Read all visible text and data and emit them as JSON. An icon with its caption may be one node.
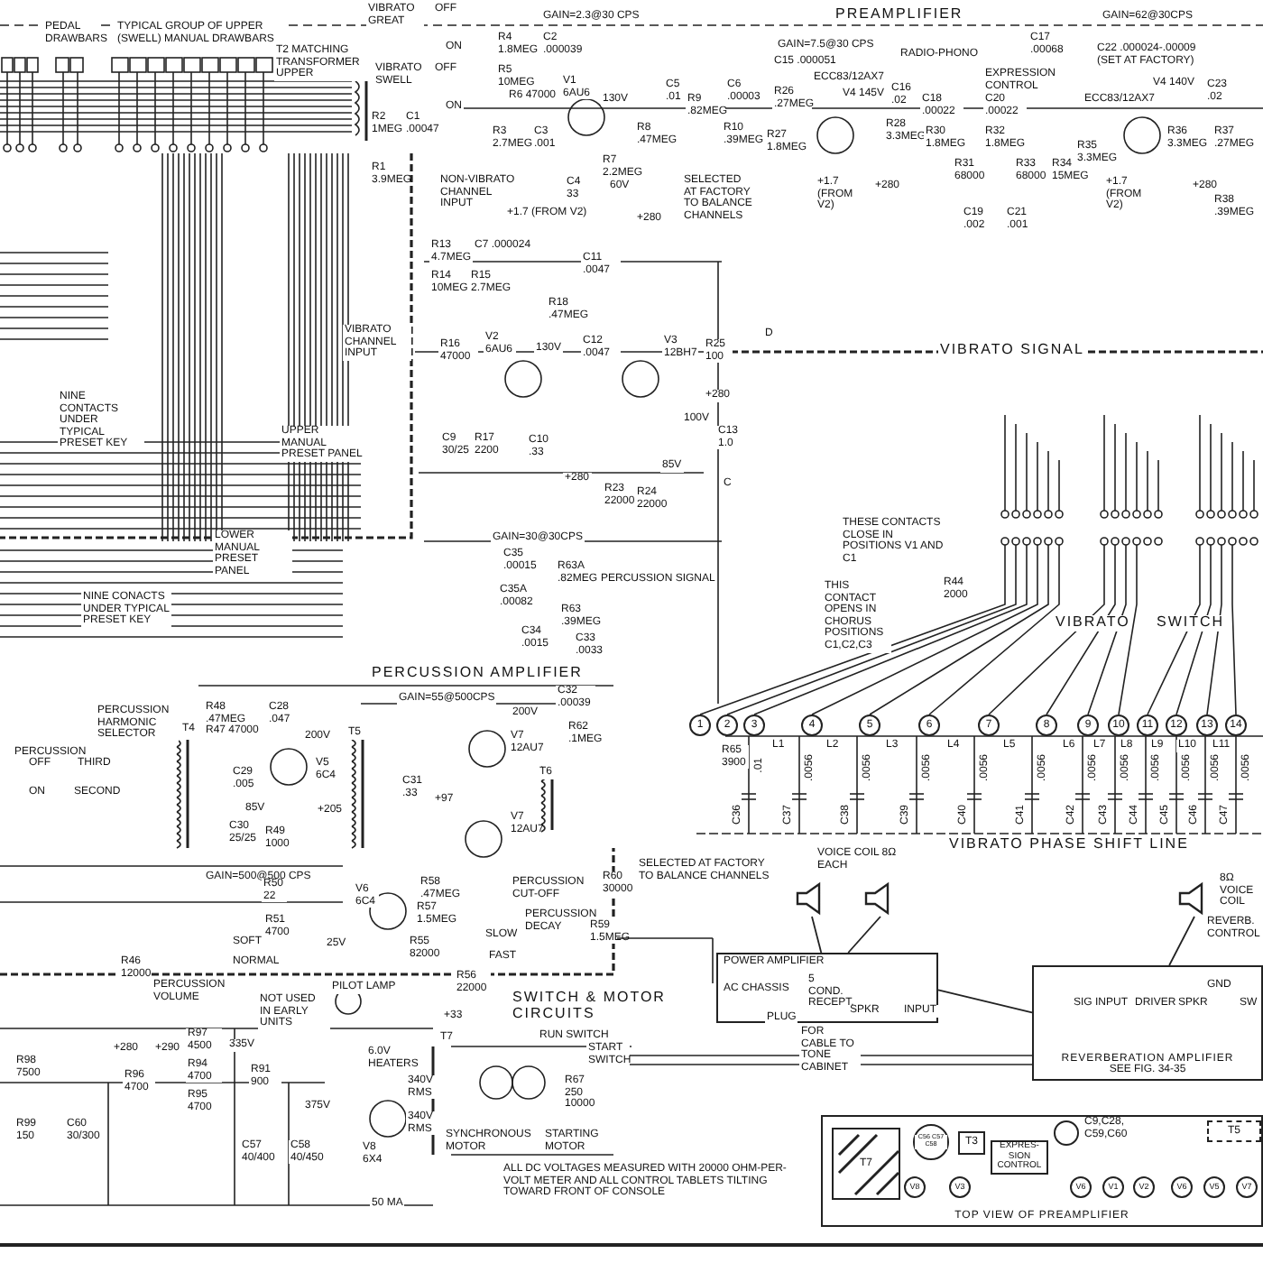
{
  "diagram": {
    "nodes": [
      {
        "text": [
          "POWER AMPLIFIER"
        ]
      },
      {
        "text": [],
        "shape": "picture"
      },
      {
        "text": [],
        "shape": "picture"
      },
      {
        "text": [
          "REVERBERATION AMPLIFIER",
          "SEE FIG. 34-35"
        ]
      },
      {
        "text": [],
        "shape": "picture"
      },
      {
        "text": [
          "TOP VIEW OF PREAMPLIFIER"
        ]
      },
      {
        "text": [
          "T7"
        ],
        "in": 5
      },
      {
        "text": [
          "C56 C57 C58"
        ],
        "in": 5
      },
      {
        "text": [
          "T3"
        ],
        "in": 5
      },
      {
        "text": [],
        "shape": "circle",
        "in": 5
      },
      {
        "text": [
          "EXPRES- SION CONTROL"
        ],
        "in": 5
      },
      {
        "text": [
          "V8"
        ],
        "in": 5
      },
      {
        "text": [
          "V3"
        ],
        "in": 5
      },
      {
        "text": [
          "V6"
        ],
        "in": 5
      },
      {
        "text": [
          "V1"
        ],
        "in": 5
      },
      {
        "text": [
          "V2"
        ],
        "in": 5
      },
      {
        "text": [
          "V6"
        ],
        "in": 5
      },
      {
        "text": [
          "V5"
        ],
        "in": 5
      },
      {
        "text": [
          "V7"
        ],
        "in": 5
      },
      {
        "text": [
          "T5"
        ],
        "in": 5
      },
      {
        "text": [
          "1"
        ]
      },
      {
        "text": [
          "2"
        ]
      },
      {
        "text": [
          "3"
        ]
      },
      {
        "text": [
          "4"
        ]
      },
      {
        "text": [
          "5"
        ]
      },
      {
        "text": [
          "6"
        ]
      },
      {
        "text": [
          "7"
        ]
      },
      {
        "text": [
          "8"
        ]
      },
      {
        "text": [
          "9"
        ]
      },
      {
        "text": [
          "10"
        ]
      },
      {
        "text": [
          "11"
        ]
      },
      {
        "text": [
          "12"
        ]
      },
      {
        "text": [
          "13"
        ]
      },
      {
        "text": [
          "14"
        ]
      }
    ],
    "edges": [
      {
        "from": 1,
        "to": 0,
        "arrow": "none"
      },
      {
        "from": 2,
        "to": 0,
        "arrow": "none"
      },
      {
        "from": 0,
        "to": 3,
        "arrow": "none"
      },
      {
        "from": 4,
        "to": 3,
        "arrow": "none"
      }
    ],
    "labels": [
      "PEDAL DRAWBARS",
      "TYPICAL GROUP OF UPPER (SWELL) MANUAL DRAWBARS",
      "T2 MATCHING TRANSFORMER UPPER",
      "VIBRATO GREAT",
      "OFF",
      "ON",
      "VIBRATO SWELL",
      "OFF",
      "ON",
      "R2 1MEG",
      "C1 .00047",
      "R1 3.9MEG",
      "NON-VIBRATO CHANNEL INPUT",
      "GAIN=2.3@30 CPS",
      "R4 1.8MEG",
      "C2 .000039",
      "R5 10MEG",
      "R6 47000",
      "R3 2.7MEG",
      "V1 6AU6",
      "130V",
      "C3 .001",
      "C4 33",
      "R7 2.2MEG",
      "60V",
      "+1.7 (FROM V2)",
      "PREAMPLIFIER",
      "C5 .01",
      "R9 .82MEG",
      "R8 .47MEG",
      "R10 .39MEG",
      "+280",
      "SELECTED AT FACTORY TO BALANCE CHANNELS",
      "C6 .00003",
      "GAIN=7.5@30 CPS",
      "C15 .000051",
      "R26 .27MEG",
      "ECC83/12AX7",
      "V4 145V",
      "R27 1.8MEG",
      "R28 3.3MEG",
      "+1.7 (FROM V2)",
      "+280",
      "RADIO-PHONO",
      "C17 .00068",
      "EXPRESSION CONTROL",
      "C16 .02",
      "C18 .00022",
      "C20 .00022",
      "R30 1.8MEG",
      "R32 1.8MEG",
      "R31 68000",
      "R33 68000",
      "R34 15MEG",
      "C19 .002",
      "C21 .001",
      "GAIN=62@30CPS",
      "C22 .000024-.00009 (SET AT FACTORY)",
      "R35 3.3MEG",
      "ECC83/12AX7",
      "V4 140V",
      "+1.7 (FROM V2)",
      "+280",
      "R36 3.3MEG",
      "C23 .02",
      "R37 .27MEG",
      "R38 .39MEG",
      "VIBRATO CHANNEL INPUT",
      "R13 4.7MEG",
      "C7 .000024",
      "R14 10MEG",
      "R15 2.7MEG",
      "C11 .0047",
      "R18 .47MEG",
      "R16 47000",
      "V2 6AU6",
      "130V",
      "C12 .0047",
      "V3 12BH7",
      "R25 100",
      "+280",
      "100V",
      "D",
      "VIBRATO SIGNAL",
      "NINE CONTACTS UNDER TYPICAL PRESET KEY",
      "UPPER MANUAL PRESET PANEL",
      "LOWER MANUAL PRESET PANEL",
      "NINE CONACTS UNDER TYPICAL PRESET KEY",
      "C9 30/25",
      "R17 2200",
      "C10 .33",
      "+280",
      "R23 22000",
      "R24 22000",
      "85V",
      "C13 1.0",
      "C",
      "GAIN=30@30CPS",
      "C35 .00015",
      "R63A .82MEG",
      "C35A .00082",
      "R63 .39MEG",
      "C34 .0015",
      "C33 .0033",
      "PERCUSSION SIGNAL",
      "PERCUSSION AMPLIFIER",
      "GAIN=55@500CPS",
      "200V",
      "C32 .00039",
      "R62 .1MEG",
      "V7 12AU7",
      "T6",
      "T5",
      "C31 .33",
      "+97",
      "V7 12AU7",
      "R48 .47MEG",
      "C28 .047",
      "T4",
      "R47 47000",
      "200V",
      "V5 6C4",
      "C29 .005",
      "85V",
      "+205",
      "C30 25/25",
      "R49 1000",
      "PERCUSSION HARMONIC SELECTOR",
      "PERCUSSION",
      "OFF",
      "THIRD",
      "ON",
      "SECOND",
      "THESE CONTACTS CLOSE IN POSITIONS V1 AND C1",
      "THIS CONTACT OPENS IN CHORUS POSITIONS C1,C2,C3",
      "R44 2000",
      "VIBRATO",
      "SWITCH",
      "R65 3900",
      "L1",
      "L2",
      "L3",
      "L4",
      "L5",
      "L6",
      "L7",
      "L8",
      "L9",
      "L10",
      "L11",
      "C36",
      "C37",
      "C38",
      "C39",
      "C40",
      "C41",
      "C42",
      "C43",
      "C44",
      "C45",
      "C46",
      "C47",
      ".01",
      ".0056",
      ".0056",
      ".0056",
      ".0056",
      ".0056",
      ".0056",
      ".0056",
      ".0056",
      ".0056",
      ".0056",
      ".0056",
      "VIBRATO PHASE SHIFT LINE",
      "GAIN=500@500 CPS",
      "R50 22",
      "R51 4700",
      "V6 6C4",
      "SOFT",
      "25V",
      "NORMAL",
      "R46 12000",
      "PERCUSSION VOLUME",
      "R58 .47MEG",
      "R57 1.5MEG",
      "PERCUSSION CUT-OFF",
      "PERCUSSION DECAY",
      "SLOW",
      "FAST",
      "R55 82000",
      "R56 22000",
      "+33",
      "R60 30000",
      "R59 1.5MEG",
      "SELECTED AT FACTORY TO BALANCE CHANNELS",
      "PILOT LAMP",
      "NOT USED IN EARLY UNITS",
      "SWITCH & MOTOR CIRCUITS",
      "RUN SWITCH",
      "START SWITCH",
      "R67 250 10000",
      "T7",
      "6.0V HEATERS",
      "340V RMS",
      "340V RMS",
      "V8 6X4",
      "375V",
      "SYNCHRONOUS MOTOR",
      "STARTING MOTOR",
      "ALL DC VOLTAGES MEASURED WITH 20000 OHM-PER-VOLT METER AND ALL CONTROL TABLETS TILTING TOWARD FRONT OF CONSOLE",
      "R97 4500",
      "R98 7500",
      "+280",
      "+290",
      "R96 4700",
      "R94 4700",
      "R95 4700",
      "R91 900",
      "335V",
      "R99 150",
      "C60 30/300",
      "C57 40/400",
      "C58 40/450",
      "50 MA",
      "VOICE COIL 8Ω EACH",
      "AC CHASSIS",
      "PLUG",
      "5 COND. RECEPT.",
      "FOR CABLE TO TONE CABINET",
      "SPKR",
      "INPUT",
      "8Ω VOICE COIL",
      "REVERB. CONTROL",
      "SIG INPUT",
      "DRIVER",
      "SPKR",
      "GND",
      "SW",
      "C9,C28, C59,C60"
    ]
  }
}
